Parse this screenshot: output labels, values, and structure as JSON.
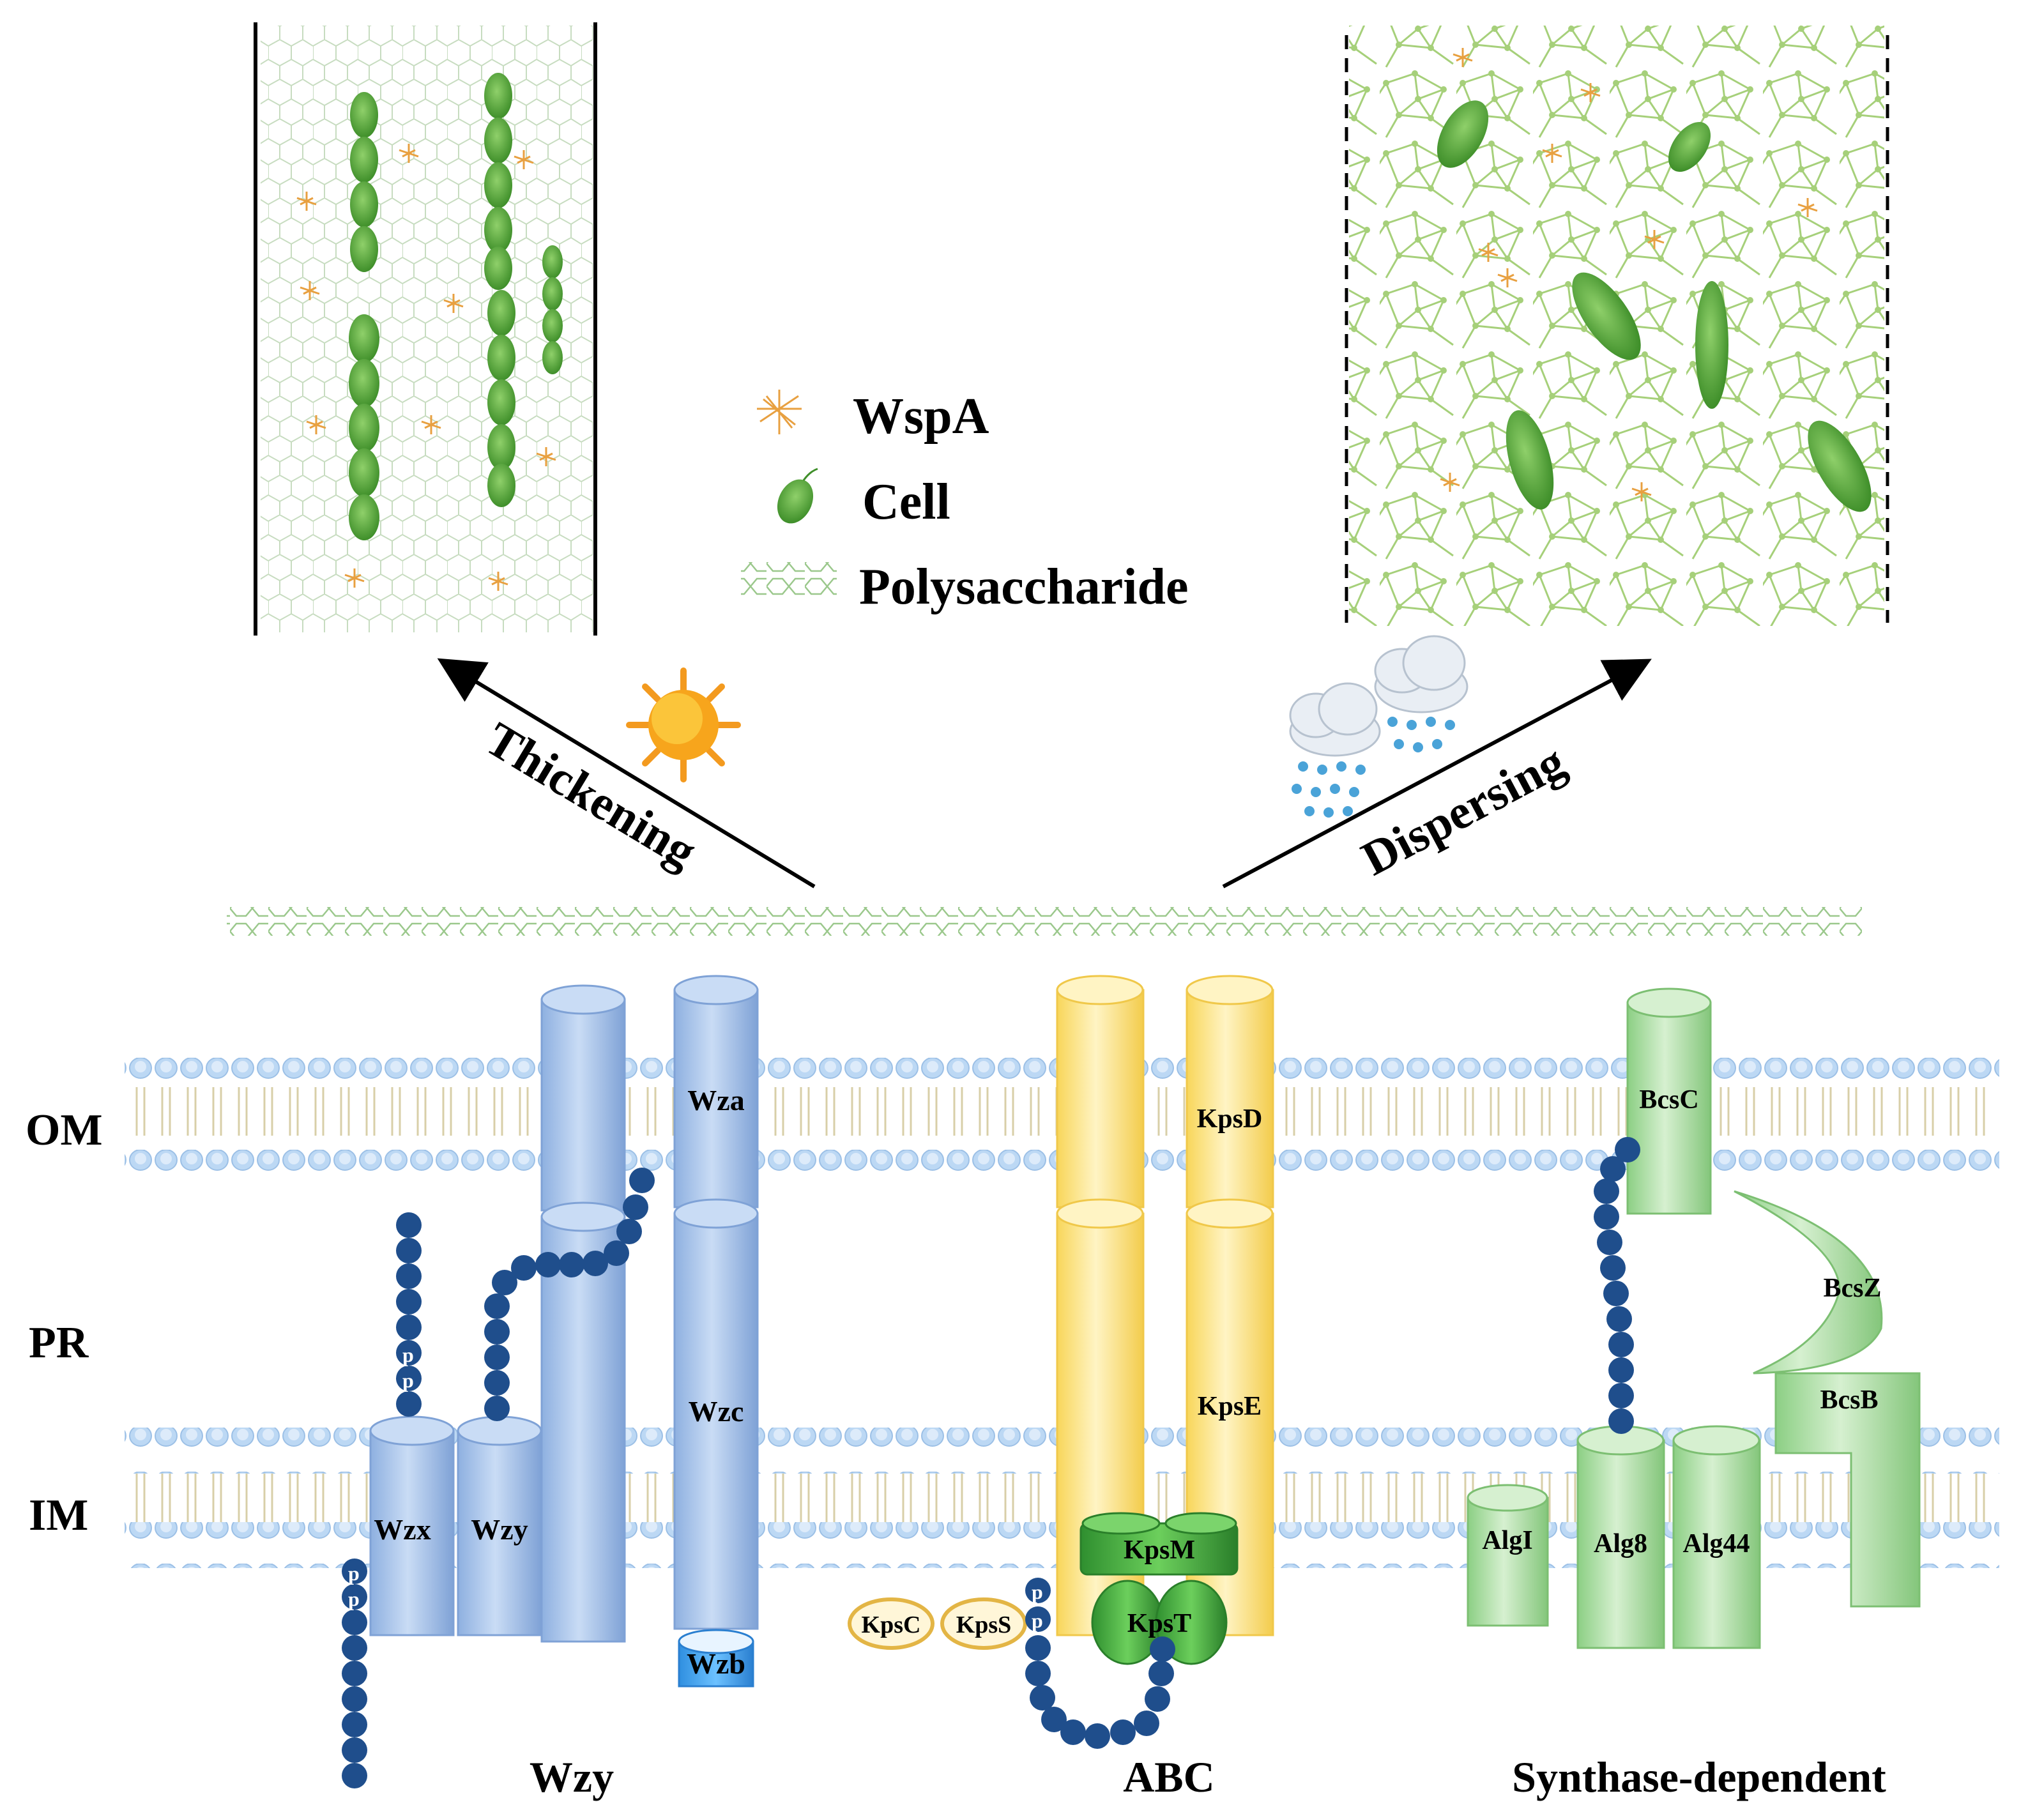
{
  "legend": {
    "wspa_label": "WspA",
    "cell_label": "Cell",
    "polysaccharide_label": "Polysaccharide"
  },
  "arrows": {
    "left_label": "Thickening",
    "right_label": "Dispersing"
  },
  "layers": {
    "om": "OM",
    "pr": "PR",
    "im": "IM"
  },
  "wzy_system": {
    "title": "Wzy",
    "proteins": {
      "wzx": "Wzx",
      "wzy": "Wzy",
      "wza": "Wza",
      "wzc": "Wzc",
      "wzb": "Wzb"
    },
    "phosphate": "p"
  },
  "abc_system": {
    "title": "ABC",
    "proteins": {
      "kpsd": "KpsD",
      "kpse": "KpsE",
      "kpsm": "KpsM",
      "kpst": "KpsT",
      "kpsc": "KpsC",
      "kpss": "KpsS"
    },
    "phosphate": "p"
  },
  "synthase_system": {
    "title": "Synthase-dependent",
    "proteins": {
      "bcsc": "BcsC",
      "bcsz": "BcsZ",
      "bcsb": "BcsB",
      "algi": "AlgI",
      "alg8": "Alg8",
      "alg44": "Alg44"
    }
  },
  "colors": {
    "membrane": "#b9d6f2",
    "wzy_blue": "#9bbbe6",
    "abc_yellow": "#fde68a",
    "abc_green": "#3aa13a",
    "synthase_green": "#a8dca0",
    "sugar_chain": "#1f4e8c",
    "cell_green": "#58a83a",
    "wspa_orange": "#e8a040"
  }
}
